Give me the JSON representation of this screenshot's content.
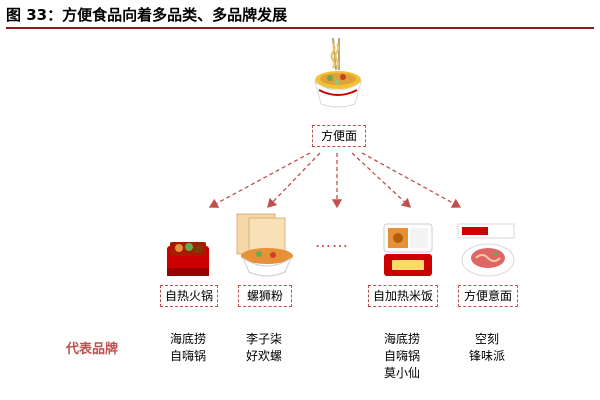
{
  "title": "图 33：方便食品向着多品类、多品牌发展",
  "root": {
    "label": "方便面",
    "icon": "instant-noodle-cup-icon"
  },
  "ellipsis": "……",
  "categories": [
    {
      "label": "自热火锅",
      "icon": "self-heating-hotpot-icon",
      "brands": [
        "海底捞",
        "自嗨锅"
      ]
    },
    {
      "label": "螺狮粉",
      "icon": "luosifen-bowl-icon",
      "brands": [
        "李子柒",
        "好欢螺"
      ]
    },
    {
      "label": "自加热米饭",
      "icon": "self-heating-rice-icon",
      "brands": [
        "海底捞",
        "自嗨锅",
        "莫小仙"
      ]
    },
    {
      "label": "方便意面",
      "icon": "instant-pasta-icon",
      "brands": [
        "空刻",
        "锋味派"
      ]
    }
  ],
  "representative_brands_label": "代表品牌",
  "colors": {
    "accent": "#c0504d",
    "title_rule": "#8b1a1a"
  }
}
